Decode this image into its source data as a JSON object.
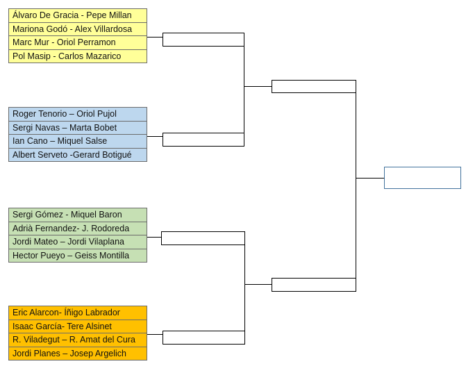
{
  "groups": [
    {
      "color": "yellow",
      "teams": [
        "Álvaro De Gracia - Pepe Millan",
        "Mariona Godó - Alex Villardosa",
        "Marc Mur  -  Oriol Perramon",
        "Pol Masip  -  Carlos Mazarico"
      ]
    },
    {
      "color": "blue",
      "teams": [
        "Roger Tenorio – Oriol Pujol",
        "Sergi Navas – Marta Bobet",
        " Ian Cano – Miquel Salse",
        "Albert Serveto -Gerard Botigué"
      ]
    },
    {
      "color": "green",
      "teams": [
        "Sergi Gómez - Miquel Baron",
        "Adrià Fernandez- J. Rodoreda",
        "Jordi Mateo – Jordi Vilaplana",
        "Hector Pueyo – Geiss Montilla"
      ]
    },
    {
      "color": "orange",
      "teams": [
        "Eric Alarcon- Íñigo Labrador",
        "Isaac García- Tere Alsinet",
        "R. Viladegut – R. Amat del Cura",
        "Jordi Planes – Josep Argelich"
      ]
    }
  ]
}
